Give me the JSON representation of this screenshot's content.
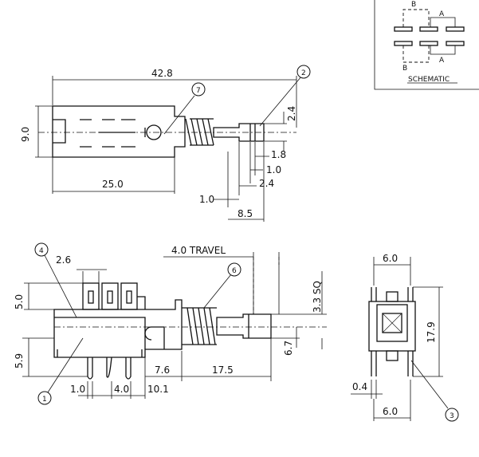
{
  "top_view": {
    "dim_length": "42.8",
    "dim_height": "9.0",
    "dim_body": "25.0",
    "dim_shaft_d": "2.4",
    "dim_1_8": "1.8",
    "dim_1_0a": "1.0",
    "dim_2_4b": "2.4",
    "dim_1_0b": "1.0",
    "dim_8_5": "8.5",
    "callout_7": "7",
    "callout_2": "2"
  },
  "schematic": {
    "label": "SCHEMATIC",
    "label_a_top": "A",
    "label_a_bottom": "A",
    "label_b_top": "B",
    "label_b_bottom": "B"
  },
  "side_view": {
    "travel": "4.0 TRAVEL",
    "dim_2_6": "2.6",
    "dim_5_0": "5.0",
    "dim_5_9": "5.9",
    "dim_3_3sq": "3.3 SQ",
    "dim_6_7": "6.7",
    "dim_7_6": "7.6",
    "dim_17_5": "17.5",
    "dim_1_0": "1.0",
    "dim_4_0": "4.0",
    "dim_10_1": "10.1",
    "callout_4": "4",
    "callout_6": "6",
    "callout_1": "1"
  },
  "end_view": {
    "dim_6_0_top": "6.0",
    "dim_17_9": "17.9",
    "dim_0_4": "0.4",
    "dim_6_0_bottom": "6.0",
    "callout_3": "3"
  }
}
